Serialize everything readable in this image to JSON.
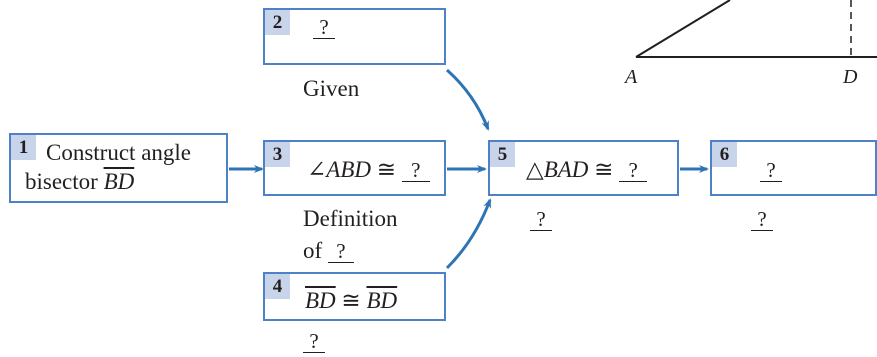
{
  "triangle": {
    "label_a": "A",
    "label_d": "D"
  },
  "steps": [
    {
      "num": "1",
      "line1": "Construct angle",
      "line2_prefix": "bisector ",
      "line2_seg": "BD"
    },
    {
      "num": "2",
      "blank": "?",
      "reason": "Given"
    },
    {
      "num": "3",
      "angle_symbol": "∠",
      "angle_name": "ABD",
      "congruent": " ≅ ",
      "blank": "?",
      "reason_line1": "Definition",
      "reason_prefix": "of ",
      "reason_blank": "?"
    },
    {
      "num": "4",
      "seg1": "BD",
      "congruent": " ≅ ",
      "seg2": "BD",
      "reason_blank": "?"
    },
    {
      "num": "5",
      "tri_symbol": "△",
      "tri_name": "BAD",
      "congruent": " ≅ ",
      "blank": "?",
      "reason_blank": "?"
    },
    {
      "num": "6",
      "blank": "?",
      "reason_blank": "?"
    }
  ],
  "colors": {
    "box_border": "#4f81c7",
    "number_bg": "#c8d4ea",
    "arrow": "#2e74b5"
  }
}
